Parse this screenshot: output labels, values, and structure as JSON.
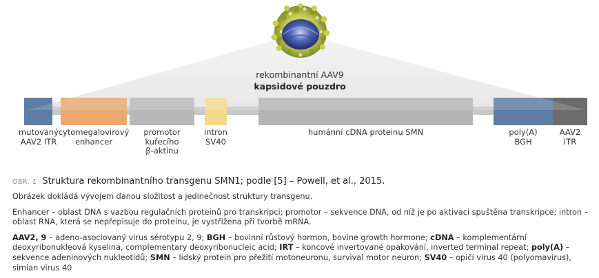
{
  "capsid": {
    "line1": "rekombinantní AAV9",
    "line2": "kapsidové pouzdro"
  },
  "segments": [
    {
      "label": "mutovaný\nAAV2 ITR",
      "color": "#5e7da5"
    },
    {
      "label": "cytomegalovirový\nenhancer",
      "color": "#e8aa72"
    },
    {
      "label": "promotor\nkuřecího\nβ-aktinu",
      "color": "#b8b8b8"
    },
    {
      "label": "intron\nSV40",
      "color": "#f4d98c"
    },
    {
      "label": "humánní cDNA proteinu SMN",
      "color": "#b4b4b4"
    },
    {
      "label": "poly(A)\nBGH",
      "color": "#5e7da5"
    },
    {
      "label": "AAV2\nITR",
      "color": "#6c6c6c"
    }
  ],
  "caption": {
    "obr": "OBR. 1",
    "title": "Struktura rekombinantního transgenu SMN1; podle [5] – Powell, et al., 2015.",
    "p1": "Obrázek dokládá vývojem danou složitost a jedinečnost struktury transgenu.",
    "p2": "Enhancer – oblast DNA s vazbou regulačních proteinů pro transkripci; promotor – sekvence DNA, od níž je po aktivaci spuštěna transkripce; intron – oblast RNA, která se nepřepisuje do proteinu, je vystřižena při tvorbě mRNA.",
    "p3": {
      "t1": "AAV2, 9",
      "t2": " – adeno-asociovaný virus sérotypu 2, 9; ",
      "t3": "BGH",
      "t4": " – bovinní růstový hormon, bovine growth hormone; ",
      "t5": "cDNA",
      "t6": " – komplementární deoxyribonukleová kyselina, complementary deoxyribonucleic acid; ",
      "t7": "IRT",
      "t8": " – koncové invertované opakování, inverted terminal repeat; ",
      "t9": "poly(A)",
      "t10": " – sekvence adeninových nukleotidů; ",
      "t11": "SMN",
      "t12": " – lidský protein pro přežití motoneuronu, survival motor neuron; ",
      "t13": "SV40",
      "t14": " – opičí virus 40 (polyomavirus), simian virus 40"
    }
  }
}
